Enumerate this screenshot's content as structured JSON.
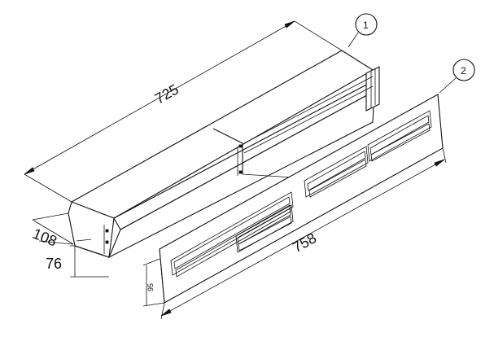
{
  "drawing": {
    "dimensions": {
      "length_housing": "725",
      "depth": "108",
      "height": "76",
      "length_grille": "758",
      "grille_height": "95"
    },
    "callouts": [
      {
        "number": "1",
        "refers_to": "housing"
      },
      {
        "number": "2",
        "refers_to": "grille"
      }
    ]
  }
}
